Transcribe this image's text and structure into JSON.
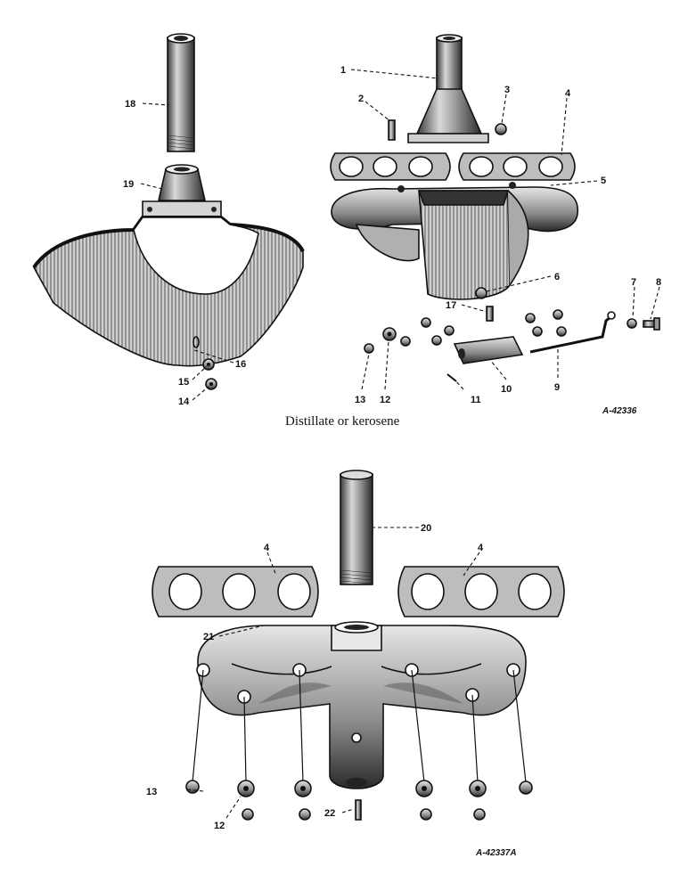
{
  "caption_top": "Distillate or kerosene",
  "figure_codes": {
    "top": "A-42336",
    "bottom": "A-42337A"
  },
  "callouts": {
    "c1": "1",
    "c2": "2",
    "c3": "3",
    "c4": "4",
    "c5": "5",
    "c6": "6",
    "c7": "7",
    "c8": "8",
    "c9": "9",
    "c10": "10",
    "c11": "11",
    "c12": "12",
    "c13": "13",
    "c14": "14",
    "c15": "15",
    "c16": "16",
    "c17": "17",
    "c18": "18",
    "c19": "19",
    "c20": "20",
    "c4b": "4",
    "c4c": "4",
    "c21": "21",
    "c13b": "13",
    "c12b": "12",
    "c22": "22"
  },
  "colors": {
    "ink": "#111111",
    "paper": "#ffffff",
    "shade": "#c8c8c8"
  }
}
